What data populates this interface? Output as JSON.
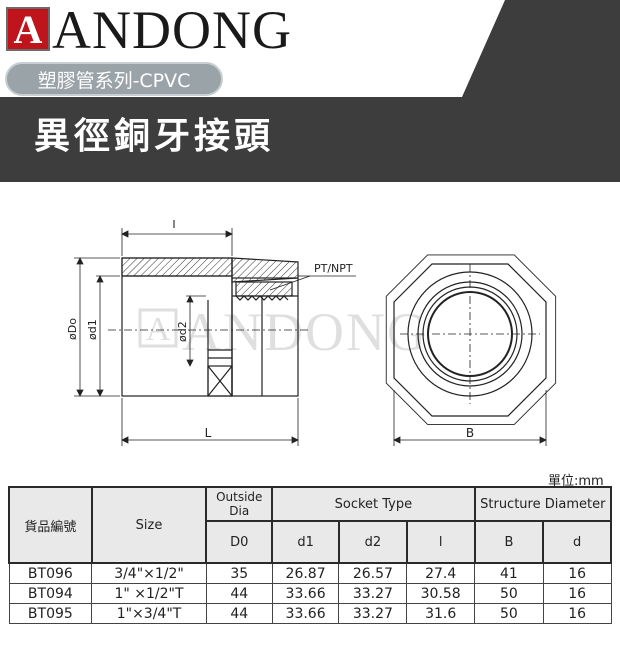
{
  "brand": {
    "logo_letter": "A",
    "name": "ANDONG",
    "series": "塑膠管系列-CPVC",
    "product_title": "異徑銅牙接頭"
  },
  "drawing": {
    "label_l_top": "I",
    "label_l_bottom": "L",
    "label_thread": "PT/NPT",
    "label_do": "øDo",
    "label_d1": "ød1",
    "label_d2": "ød2",
    "label_b": "B",
    "watermark": "ANDONG",
    "watermark_letter": "A"
  },
  "unit_label": "單位:mm",
  "table": {
    "header_code": "貨品編號",
    "header_size": "Size",
    "header_outside": "Outside Dia",
    "header_socket": "Socket Type",
    "header_structure": "Structure Diameter",
    "sub_d0": "D0",
    "sub_d1": "d1",
    "sub_d2": "d2",
    "sub_l": "l",
    "sub_b": "B",
    "sub_d": "d",
    "rows": [
      {
        "code": "BT096",
        "size": "3/4\"×1/2\"",
        "d0": "35",
        "d1": "26.87",
        "d2": "26.57",
        "l": "27.4",
        "b": "41",
        "d": "16"
      },
      {
        "code": "BT094",
        "size": "1\" ×1/2\"T",
        "d0": "44",
        "d1": "33.66",
        "d2": "33.27",
        "l": "30.58",
        "b": "50",
        "d": "16"
      },
      {
        "code": "BT095",
        "size": "1\"×3/4\"T",
        "d0": "44",
        "d1": "33.66",
        "d2": "33.27",
        "l": "31.6",
        "b": "50",
        "d": "16"
      }
    ]
  },
  "colors": {
    "dark_band": "#3c3c3c",
    "logo_red": "#c0141c",
    "pill": "#9aa4a8",
    "table_header": "#e9e9e9"
  }
}
